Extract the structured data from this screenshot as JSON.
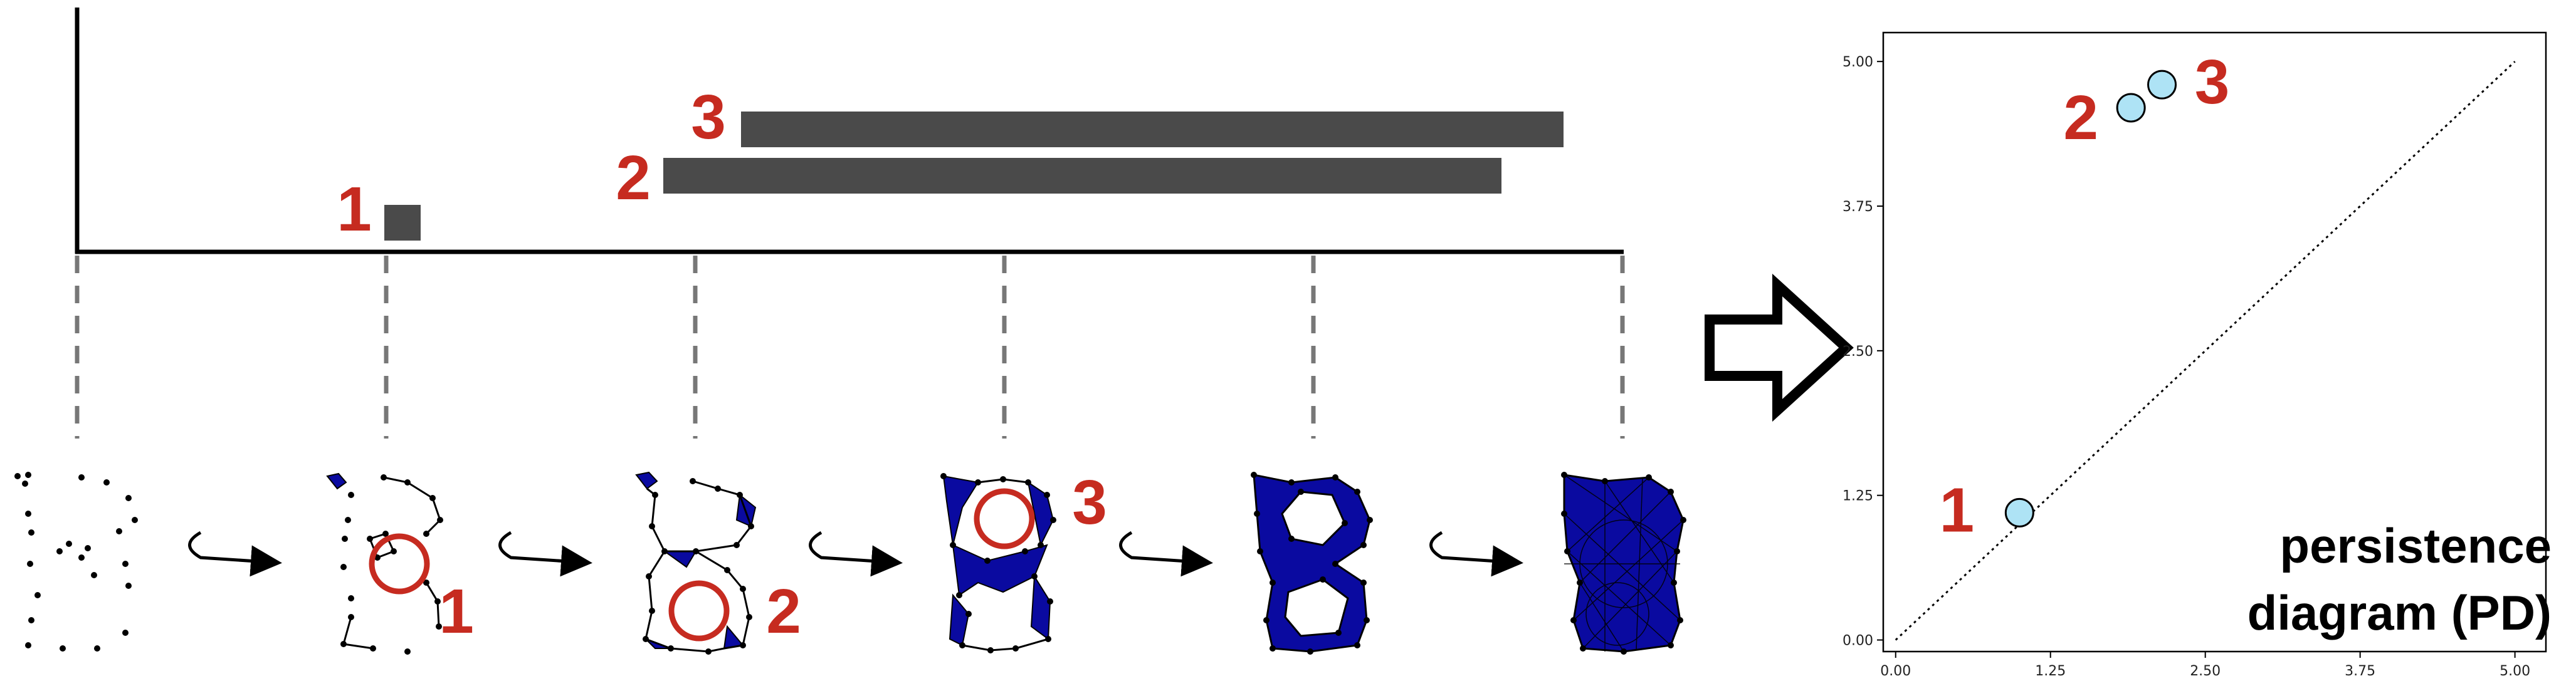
{
  "barcode": {
    "bars": [
      {
        "id": "1",
        "label": "1"
      },
      {
        "id": "2",
        "label": "2"
      },
      {
        "id": "3",
        "label": "3"
      }
    ],
    "bar_color": "#4a4a4a"
  },
  "filtration": {
    "stages": 6,
    "fill_color": "#0a0aa0",
    "hole_labels": [
      "1",
      "2",
      "3"
    ],
    "highlight_color": "#c62b20"
  },
  "chart_data": {
    "type": "scatter",
    "title": "persistence\ndiagram (PD)",
    "title_lines": [
      "persistence",
      "diagram (PD)"
    ],
    "xlabel": "",
    "ylabel": "",
    "xlim": [
      -0.1,
      5.25
    ],
    "ylim": [
      -0.1,
      5.25
    ],
    "xticks": [
      "0.00",
      "1.25",
      "2.50",
      "3.75",
      "5.00"
    ],
    "yticks": [
      "0.00",
      "1.25",
      "2.50",
      "3.75",
      "5.00"
    ],
    "xtick_values": [
      0,
      1.25,
      2.5,
      3.75,
      5.0
    ],
    "ytick_values": [
      0,
      1.25,
      2.5,
      3.75,
      5.0
    ],
    "diagonal": true,
    "points": [
      {
        "label": "1",
        "x": 1.0,
        "y": 1.1
      },
      {
        "label": "2",
        "x": 1.9,
        "y": 4.6
      },
      {
        "label": "3",
        "x": 2.15,
        "y": 4.8
      }
    ],
    "point_color": "#aee3f5"
  }
}
